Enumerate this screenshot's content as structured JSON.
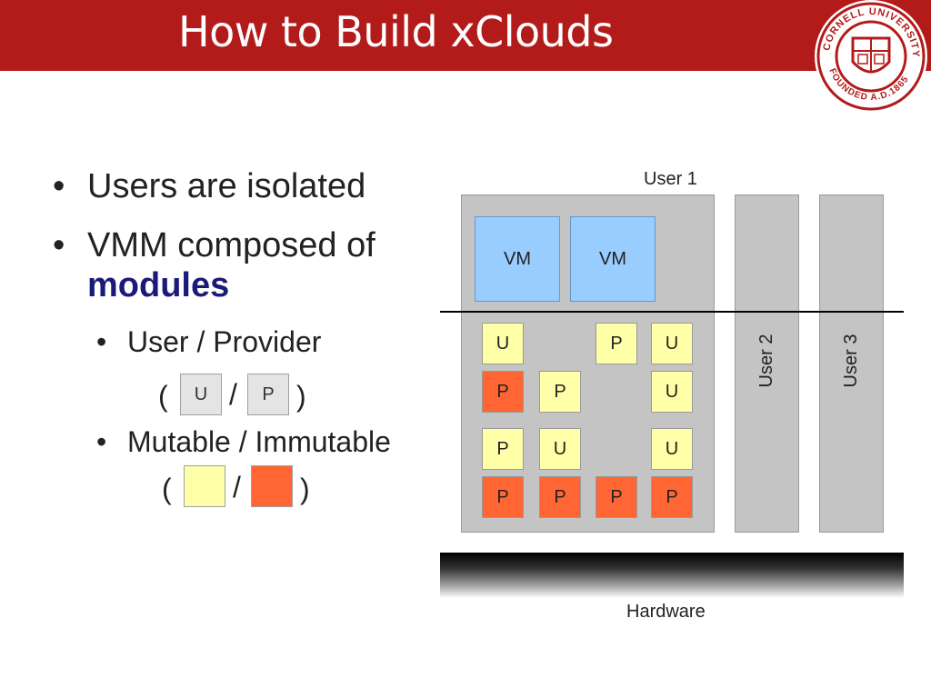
{
  "slide": {
    "title": "How to Build xClouds",
    "logo": {
      "name": "cornell-seal",
      "text_top": "CORNELL UNIVERSITY",
      "text_bottom": "FOUNDED A.D.1865",
      "color": "#b31b1b"
    }
  },
  "bullets": {
    "b1": "Users are isolated",
    "b2_line1": "VMM composed of",
    "b2_emph": "modules",
    "sub1": "User / Provider",
    "sub2": "Mutable / Immutable",
    "bullet_char": "•"
  },
  "legend1": {
    "open": "(",
    "u": "U",
    "slash": "/",
    "p": "P",
    "close": ")"
  },
  "legend2": {
    "open": "(",
    "slash": "/",
    "close": ")",
    "mutable_color": "#ffffa8",
    "immutable_color": "#ff6633"
  },
  "diagram": {
    "user1_label": "User 1",
    "user2_label": "User 2",
    "user3_label": "User 3",
    "vm1": "VM",
    "vm2": "VM",
    "hardware_label": "Hardware",
    "modules": [
      {
        "label": "U",
        "kind": "mutable"
      },
      {
        "label": "P",
        "kind": "mutable"
      },
      {
        "label": "U",
        "kind": "mutable"
      },
      {
        "label": "P",
        "kind": "immutable"
      },
      {
        "label": "P",
        "kind": "mutable"
      },
      {
        "label": "U",
        "kind": "mutable"
      },
      {
        "label": "P",
        "kind": "mutable"
      },
      {
        "label": "U",
        "kind": "mutable"
      },
      {
        "label": "U",
        "kind": "mutable"
      },
      {
        "label": "P",
        "kind": "immutable"
      },
      {
        "label": "P",
        "kind": "immutable"
      },
      {
        "label": "P",
        "kind": "immutable"
      },
      {
        "label": "P",
        "kind": "immutable"
      }
    ]
  }
}
